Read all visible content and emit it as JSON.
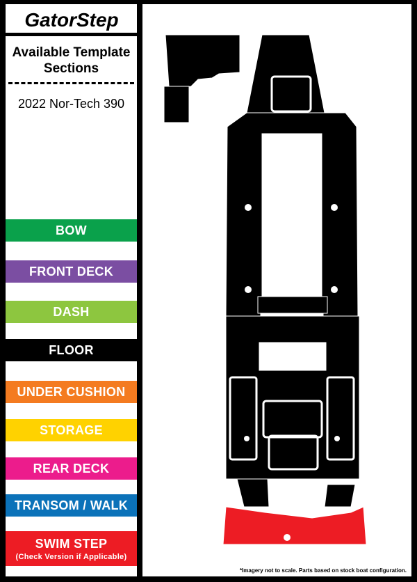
{
  "brand": {
    "logo_text": "GatorStep"
  },
  "header": {
    "title_line1": "Available Template",
    "title_line2": "Sections"
  },
  "boat": {
    "name": "2022 Nor-Tech 390"
  },
  "sections": [
    {
      "label": "BOW",
      "sub": "",
      "color": "#0aa14b"
    },
    {
      "label": "FRONT DECK",
      "sub": "",
      "color": "#7b4ea2"
    },
    {
      "label": "DASH",
      "sub": "",
      "color": "#8dc63f"
    },
    {
      "label": "FLOOR",
      "sub": "",
      "color": "#000000"
    },
    {
      "label": "UNDER CUSHION",
      "sub": "",
      "color": "#f47b20"
    },
    {
      "label": "STORAGE",
      "sub": "",
      "color": "#ffd200"
    },
    {
      "label": "REAR DECK",
      "sub": "",
      "color": "#ec1c8c"
    },
    {
      "label": "TRANSOM / WALK",
      "sub": "",
      "color": "#0b72b9"
    },
    {
      "label": "SWIM STEP",
      "sub": "(Check Version if Applicable)",
      "color": "#ed1c24"
    }
  ],
  "disclaimer": "*Imagery not to scale. Parts based on stock boat configuration.",
  "colors": {
    "template_part": "#000000",
    "swim_step_part": "#ed1c24",
    "outline": "#ffffff"
  }
}
